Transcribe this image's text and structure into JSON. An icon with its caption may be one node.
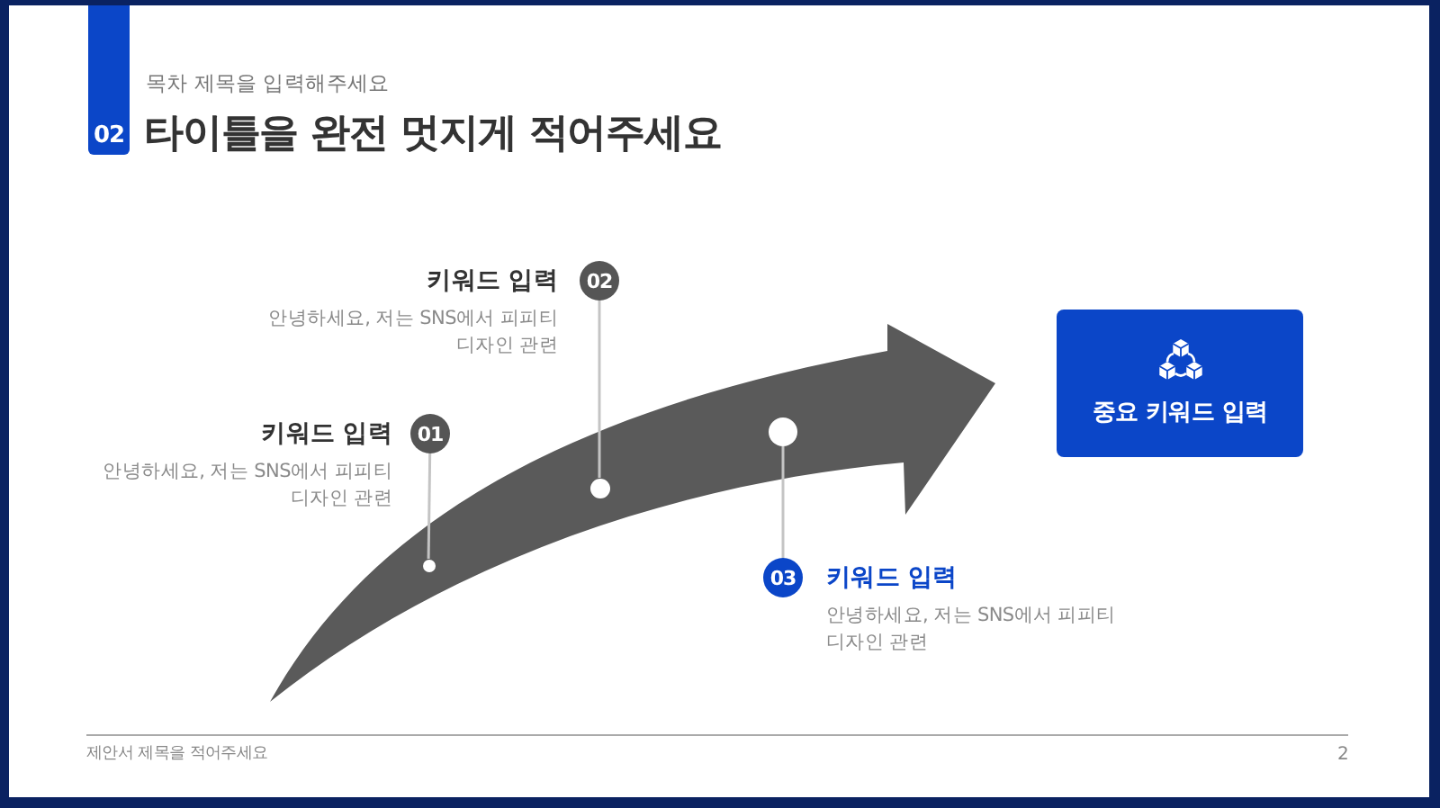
{
  "diagram": {
    "title": "타이틀을 완전 멋지게 적어주세요",
    "nodes": [
      {
        "text": [
          "01"
        ],
        "beside": [
          "키워드 입력",
          "안녕하세요, 저는 SNS에서 피피티 디자인 관련"
        ]
      },
      {
        "text": [],
        "shape": "circle"
      },
      {
        "text": [
          "02"
        ],
        "beside": [
          "키워드 입력",
          "안녕하세요, 저는 SNS에서 피피티 디자인 관련"
        ]
      },
      {
        "text": [],
        "shape": "circle"
      },
      {
        "text": [
          "03"
        ],
        "beside": [
          "키워드 입력",
          "안녕하세요, 저는 SNS에서 피피티 디자인 관련"
        ]
      },
      {
        "text": [],
        "shape": "circle"
      },
      {
        "text": [
          "중요 키워드 입력"
        ]
      }
    ],
    "edges": [
      {
        "from": 0,
        "to": 1,
        "arrow": "none"
      },
      {
        "from": 2,
        "to": 3,
        "arrow": "none"
      },
      {
        "from": 4,
        "to": 5,
        "arrow": "none"
      }
    ],
    "labels": [
      "목차 제목을 입력해주세요",
      "02",
      "제안서 제목을 적어주세요",
      "2"
    ]
  }
}
